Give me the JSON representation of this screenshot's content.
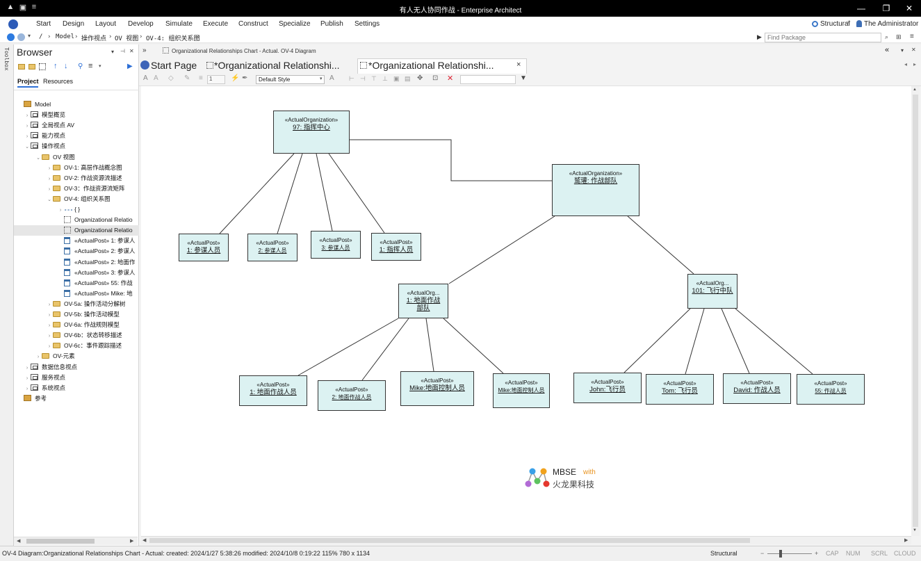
{
  "window": {
    "title": "有人无人协同作战 - Enterprise Architect",
    "controls": {
      "minimize": "—",
      "restore": "❐",
      "close": "✕"
    }
  },
  "menu": {
    "items": [
      "Start",
      "Design",
      "Layout",
      "Develop",
      "Simulate",
      "Execute",
      "Construct",
      "Specialize",
      "Publish",
      "Settings"
    ],
    "perspective": "Structural",
    "user": "The Administrator"
  },
  "address": {
    "root": "/",
    "path": [
      "Model",
      "操作视点",
      "OV 视图",
      "OV-4: 组织关系图"
    ],
    "find_placeholder": "Find Package"
  },
  "toolbox": {
    "label": "Toolbox"
  },
  "browser": {
    "title": "Browser",
    "tabs": [
      "Project",
      "Resources"
    ],
    "tree": [
      {
        "label": "Model",
        "level": 0,
        "icon": "model",
        "toggle": ""
      },
      {
        "label": "模型概览",
        "level": 1,
        "icon": "pkg",
        "toggle": "›"
      },
      {
        "label": "全局视点 AV",
        "level": 1,
        "icon": "pkg",
        "toggle": "›"
      },
      {
        "label": "能力视点",
        "level": 1,
        "icon": "pkg",
        "toggle": "›"
      },
      {
        "label": "操作视点",
        "level": 1,
        "icon": "pkg",
        "toggle": "⌄"
      },
      {
        "label": "OV 视图",
        "level": 2,
        "icon": "folder",
        "toggle": "⌄"
      },
      {
        "label": "OV-1: 高层作战概念图",
        "level": 3,
        "icon": "folder",
        "toggle": "›"
      },
      {
        "label": "OV-2: 作战资源流描述",
        "level": 3,
        "icon": "folder",
        "toggle": "›"
      },
      {
        "label": "OV-3：作战资源流矩阵",
        "level": 3,
        "icon": "folder",
        "toggle": "›"
      },
      {
        "label": "OV-4: 组织关系图",
        "level": 3,
        "icon": "folder",
        "toggle": "⌄"
      },
      {
        "label": "{ }",
        "level": 4,
        "icon": "dots",
        "toggle": "›"
      },
      {
        "label": "Organizational Relatio",
        "level": 4,
        "icon": "diag",
        "toggle": ""
      },
      {
        "label": "Organizational Relatio",
        "level": 4,
        "icon": "diag",
        "toggle": "",
        "selected": true
      },
      {
        "label": "«ActualPost» 1: 参谋人",
        "level": 4,
        "icon": "elem",
        "toggle": ""
      },
      {
        "label": "«ActualPost» 2: 参谋人",
        "level": 4,
        "icon": "elem",
        "toggle": ""
      },
      {
        "label": "«ActualPost» 2: 地面作",
        "level": 4,
        "icon": "elem",
        "toggle": ""
      },
      {
        "label": "«ActualPost» 3: 参谋人",
        "level": 4,
        "icon": "elem",
        "toggle": ""
      },
      {
        "label": "«ActualPost» 55: 作战",
        "level": 4,
        "icon": "elem",
        "toggle": ""
      },
      {
        "label": "«ActualPost» Mike: 地",
        "level": 4,
        "icon": "elem",
        "toggle": ""
      },
      {
        "label": "OV-5a: 操作活动分解树",
        "level": 3,
        "icon": "folder",
        "toggle": "›"
      },
      {
        "label": "OV-5b: 操作活动模型",
        "level": 3,
        "icon": "folder",
        "toggle": "›"
      },
      {
        "label": "OV-6a: 作战规则模型",
        "level": 3,
        "icon": "folder",
        "toggle": "›"
      },
      {
        "label": "OV-6b：状态转移描述",
        "level": 3,
        "icon": "folder",
        "toggle": "›"
      },
      {
        "label": "OV-6c：事件跟踪描述",
        "level": 3,
        "icon": "folder",
        "toggle": "›"
      },
      {
        "label": "OV-元素",
        "level": 2,
        "icon": "folder",
        "toggle": "›"
      },
      {
        "label": "数据信息视点",
        "level": 1,
        "icon": "pkg",
        "toggle": "›"
      },
      {
        "label": "服务视点",
        "level": 1,
        "icon": "pkg",
        "toggle": "›"
      },
      {
        "label": "系统视点",
        "level": 1,
        "icon": "pkg",
        "toggle": "›"
      },
      {
        "label": "参考",
        "level": 0,
        "icon": "model",
        "toggle": ""
      }
    ]
  },
  "doc": {
    "breadcrumb": "Organizational Relationships Chart - Actual.  OV-4 Diagram",
    "tabs": [
      "Start Page",
      "*Organizational Relationshi...",
      "*Organizational Relationshi..."
    ],
    "tab_close": "×",
    "toolbar": {
      "font_size": "1",
      "style": "Default Style"
    }
  },
  "diagram": {
    "nodes": [
      {
        "id": "n97",
        "stereo": "«ActualOrganization»",
        "name": "97: 指挥中心"
      },
      {
        "id": "nzh",
        "stereo": "«ActualOrganization»",
        "name": "鹫瓘: 作战部队"
      },
      {
        "id": "np1",
        "stereo": "«ActualPost»",
        "name": "1: 参谋人员"
      },
      {
        "id": "np2",
        "stereo": "«ActualPost»",
        "name": "2: 参谋人员"
      },
      {
        "id": "np3",
        "stereo": "«ActualPost»",
        "name": "3: 参谋人员"
      },
      {
        "id": "np4",
        "stereo": "«ActualPost»",
        "name": "1: 指挥人员"
      },
      {
        "id": "ndm",
        "stereo": "«ActualOrg...",
        "name": "1: 地面作战部队"
      },
      {
        "id": "nfx",
        "stereo": "«ActualOrg...",
        "name": "101: 飞行中队"
      },
      {
        "id": "ng1",
        "stereo": "«ActualPost»",
        "name": "1: 地面作战人员"
      },
      {
        "id": "ng2",
        "stereo": "«ActualPost»",
        "name": "2: 地面作战人员"
      },
      {
        "id": "ng3",
        "stereo": "«ActualPost»",
        "name": "Mike:地面控制人员"
      },
      {
        "id": "ng4",
        "stereo": "«ActualPost»",
        "name": "Mike:地面控制人员"
      },
      {
        "id": "nf1",
        "stereo": "«ActualPost»",
        "name": "John:飞行员"
      },
      {
        "id": "nf2",
        "stereo": "«ActualPost»",
        "name": "Tom: 飞行员"
      },
      {
        "id": "nf3",
        "stereo": "«ActualPost»",
        "name": "David: 作战人员"
      },
      {
        "id": "nf4",
        "stereo": "«ActualPost»",
        "name": "55: 作战人员"
      }
    ],
    "watermark": {
      "en": "MBSE",
      "with": "with",
      "cn": "火龙果科技"
    }
  },
  "status": {
    "left": "OV-4 Diagram:Organizational Relationships Chart - Actual:   created: 2024/1/27 5:38:26  modified: 2024/10/8 0:19:22   115%   780 x 1134",
    "perspective": "Structural",
    "zoom_minus": "−",
    "zoom_plus": "+",
    "indicators": [
      "CAP",
      "NUM",
      "SCRL",
      "CLOUD"
    ]
  },
  "colors": {
    "node_fill": "#dcf2f2",
    "accent": "#2d6fd6",
    "titlebar": "#000000"
  }
}
